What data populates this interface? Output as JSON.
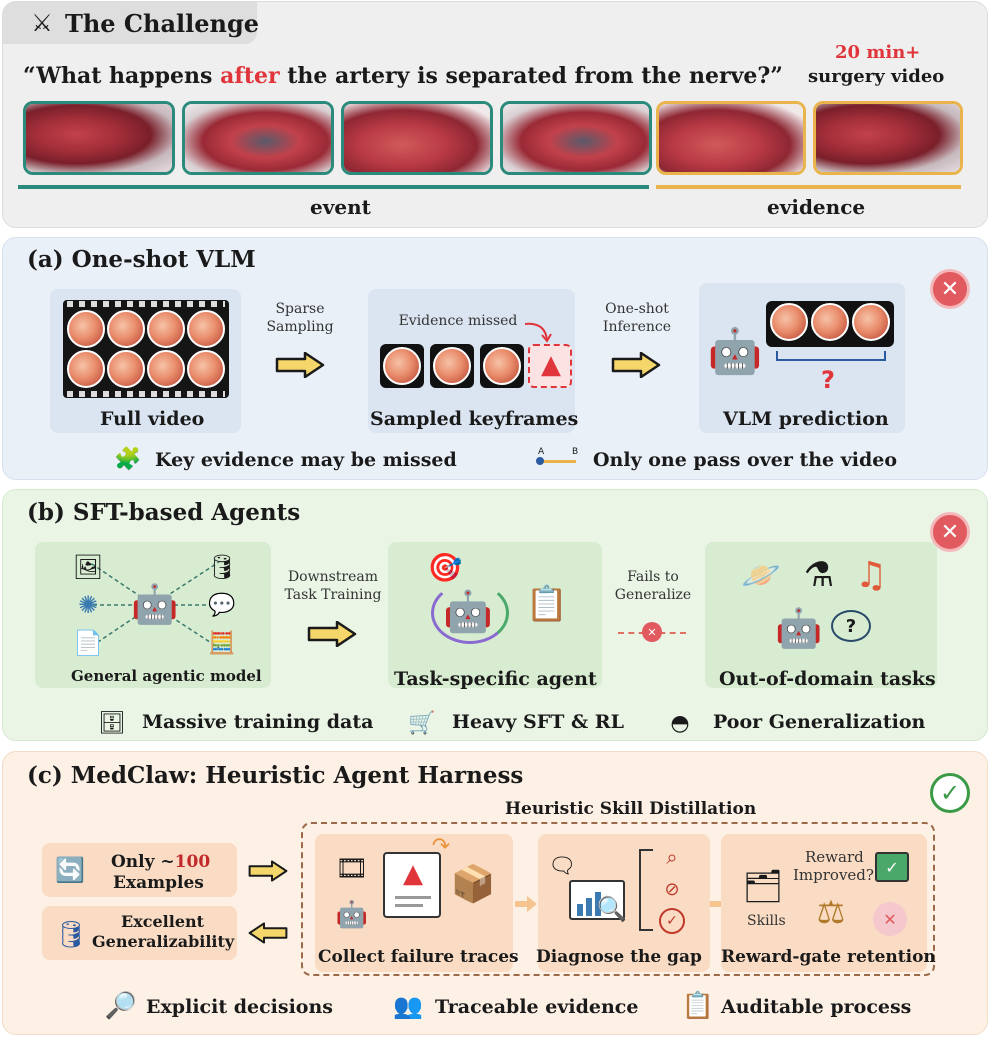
{
  "challenge": {
    "title": "The Challenge",
    "question_pre": "“What happens ",
    "question_emph": "after",
    "question_post": " the artery is separated from the nerve?”",
    "duration": "20 min+",
    "duration_sub": "surgery video",
    "event_label": "event",
    "evidence_label": "evidence"
  },
  "one_shot": {
    "title": "(a) One-shot VLM",
    "full_video": "Full video",
    "sparse_sampling": "Sparse\nSampling",
    "evidence_missed": "Evidence missed",
    "sampled_keyframes": "Sampled keyframes",
    "one_shot_inference": "One-shot\nInference",
    "vlm_prediction": "VLM prediction",
    "question_mark": "?",
    "ab_a": "A",
    "ab_b": "B",
    "note1": "Key evidence may be missed",
    "note2": "Only one pass over the video"
  },
  "sft": {
    "title": "(b) SFT-based Agents",
    "general": "General agentic model",
    "downstream": "Downstream\nTask Training",
    "task_specific": "Task-specific agent",
    "fails": "Fails to\nGeneralize",
    "ood": "Out-of-domain tasks",
    "note1": "Massive training data",
    "note2": "Heavy SFT & RL",
    "note3": "Poor Generalization"
  },
  "medclaw": {
    "title": "(c) MedClaw: Heuristic Agent Harness",
    "distillation": "Heuristic Skill Distillation",
    "only_pre": "Only ~",
    "only_num": "100",
    "examples": "Examples",
    "excellent": "Excellent",
    "generalizability": "Generalizability",
    "collect": "Collect failure traces",
    "diagnose": "Diagnose the gap",
    "reward_gate": "Reward-gate retention",
    "reward_q1": "Reward",
    "reward_q2": "Improved?",
    "skills": "Skills",
    "note1": "Explicit decisions",
    "note2": "Traceable evidence",
    "note3": "Auditable process"
  },
  "colors": {
    "teal": "#2a8a7c",
    "gold": "#e9b44c",
    "red": "#e0353b",
    "fail": "#e05a5f",
    "ok": "#3a9a46"
  }
}
